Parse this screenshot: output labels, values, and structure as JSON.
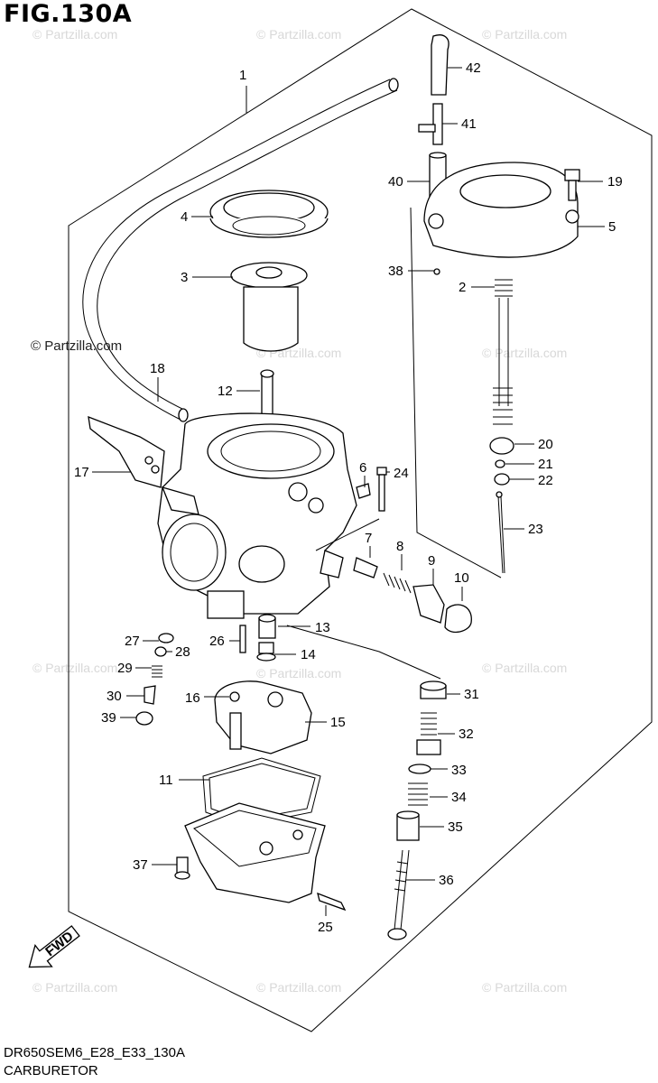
{
  "figure": {
    "title": "FIG.130A",
    "code": "DR650SEM6_E28_E33_130A",
    "name": "CARBURETOR",
    "fwd_label": "FWD"
  },
  "watermarks": {
    "text": "© Partzilla.com",
    "emphasized": "© Partzilla.com"
  },
  "part_labels": [
    "1",
    "2",
    "3",
    "4",
    "5",
    "6",
    "7",
    "8",
    "9",
    "10",
    "11",
    "12",
    "13",
    "14",
    "15",
    "16",
    "17",
    "18",
    "19",
    "20",
    "21",
    "22",
    "23",
    "24",
    "25",
    "26",
    "27",
    "28",
    "29",
    "30",
    "31",
    "32",
    "33",
    "34",
    "35",
    "36",
    "37",
    "38",
    "39",
    "40",
    "41",
    "42"
  ],
  "colors": {
    "line": "#000000",
    "background": "#ffffff",
    "watermark": "#d8d8d8"
  }
}
